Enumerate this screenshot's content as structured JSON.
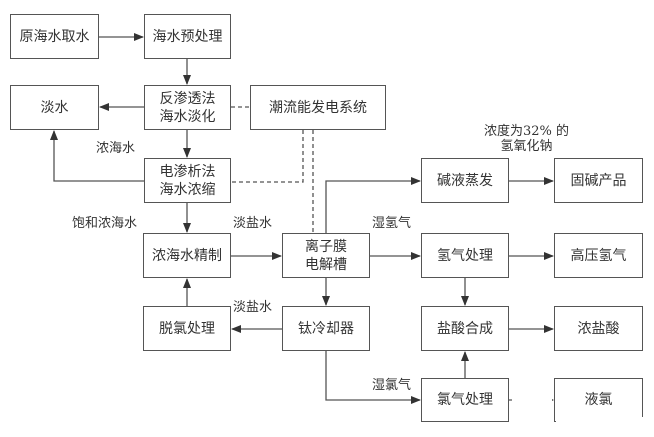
{
  "diagram": {
    "nodes": {
      "raw_intake": "原海水取水",
      "pretreat": "海水预处理",
      "fresh_water": "淡水",
      "ro": "反渗透法\n海水淡化",
      "tidal": "潮流能发电系统",
      "ed": "电渗析法\n海水浓缩",
      "refine": "浓海水精制",
      "electrolyzer": "离子膜\n电解槽",
      "dechlor": "脱氯处理",
      "cooler": "钛冷却器",
      "evap": "碱液蒸发",
      "solid_alkali": "固碱产品",
      "h2_treat": "氢气处理",
      "hp_h2": "高压氢气",
      "hcl_synth": "盐酸合成",
      "conc_hcl": "浓盐酸",
      "cl2_treat": "氯气处理",
      "liquid_cl2": "液氯"
    },
    "edge_labels": {
      "brine": "浓海水",
      "saturated_brine": "饱和浓海水",
      "dilute_brine_1": "淡盐水",
      "dilute_brine_2": "淡盐水",
      "wet_h2": "湿氢气",
      "wet_cl2": "湿氯气",
      "naoh_note": "浓度为32% 的\n氢氧化钠"
    }
  }
}
